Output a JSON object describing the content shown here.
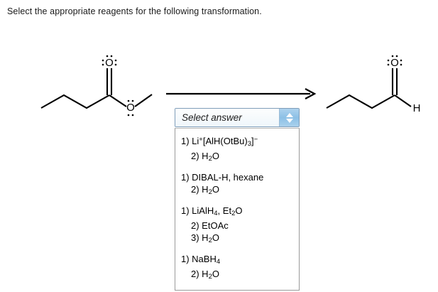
{
  "question": {
    "prompt": "Select the appropriate reagents for the following transformation."
  },
  "reaction": {
    "arrow": "reaction-arrow-right",
    "reactant": {
      "name": "methyl butanoate",
      "carbonyl_oxygen_label": "O",
      "ester_oxygen_label": "O"
    },
    "product": {
      "name": "butanal",
      "carbonyl_oxygen_label": "O",
      "aldehyde_hydrogen_label": "H"
    }
  },
  "dropdown": {
    "placeholder": "Select answer",
    "spinner_up": "spinner-up-arrow",
    "spinner_down": "spinner-down-arrow",
    "options": [
      {
        "lines": [
          {
            "text": "1) Li+[AlH(OtBu)3]−",
            "indent": false
          },
          {
            "text": "2) H2O",
            "indent": true
          }
        ]
      },
      {
        "lines": [
          {
            "text": "1) DIBAL-H, hexane",
            "indent": false
          },
          {
            "text": "2)  H2O",
            "indent": true
          }
        ]
      },
      {
        "lines": [
          {
            "text": "1) LiAlH4, Et2O",
            "indent": false
          },
          {
            "text": "2) EtOAc",
            "indent": true
          },
          {
            "text": "3) H2O",
            "indent": true
          }
        ]
      },
      {
        "lines": [
          {
            "text": "1) NaBH4",
            "indent": false
          },
          {
            "text": "2) H2O",
            "indent": true
          }
        ]
      }
    ]
  },
  "colors": {
    "select_border": "#7f9db9",
    "spinner_blue": "#8cc0e6",
    "list_border": "#9a9a9a",
    "text": "#000000",
    "background": "#ffffff"
  }
}
